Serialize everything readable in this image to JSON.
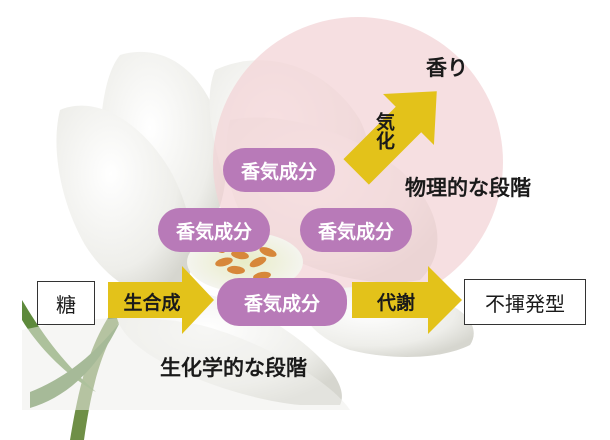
{
  "scent_label": "香り",
  "vaporize_label": "気化",
  "physical_stage_label": "物理的な段階",
  "biochemical_stage_label": "生化学的な段階",
  "sugar_label": "糖",
  "biosynthesis_label": "生合成",
  "metabolism_label": "代謝",
  "nonvolatile_label": "不揮発型",
  "aroma_components": [
    "香気成分",
    "香気成分",
    "香気成分",
    "香気成分"
  ],
  "colors": {
    "pill": "#b87ab8",
    "arrow": "#e3c21a",
    "physical_circle": "#f3d3d6",
    "petal": "#f6f6f4"
  }
}
